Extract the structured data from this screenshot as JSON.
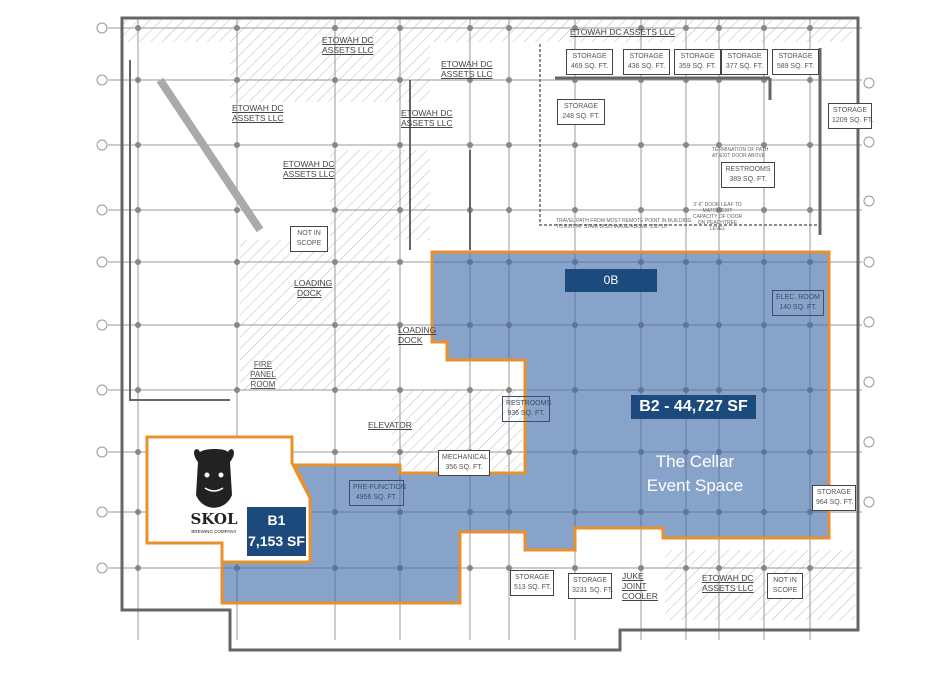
{
  "spaces": {
    "b1": {
      "name": "B1",
      "area": "7,153 SF",
      "brand": "SKOL",
      "brand_sub": "BREWING COMPANY"
    },
    "b2": {
      "name": "B2 - 44,727 SF",
      "title_line1": "The Cellar",
      "title_line2": "Event Space"
    },
    "ob_tag": "0B"
  },
  "tenants": [
    "ETOWAH DC ASSETS LLC",
    "ETOWAH DC",
    "ASSETS LLC",
    "ETOWAH DC",
    "ASSETS LLC",
    "ETOWAH DC",
    "ASSETS LLC",
    "ETOWAH DC",
    "ASSETS LLC",
    "ETOWAH DC",
    "ASSETS LLC",
    "LOADING",
    "DOCK",
    "LOADING",
    "DOCK",
    "ELEVATOR",
    "JUKE",
    "JOINT",
    "COOLER"
  ],
  "rooms": [
    {
      "name": "STORAGE",
      "area": "469 SQ. FT."
    },
    {
      "name": "STORAGE",
      "area": "436 SQ. FT."
    },
    {
      "name": "STORAGE",
      "area": "359 SQ. FT."
    },
    {
      "name": "STORAGE",
      "area": "377 SQ. FT."
    },
    {
      "name": "STORAGE",
      "area": "589 SQ. FT."
    },
    {
      "name": "STORAGE",
      "area": "248 SQ. FT."
    },
    {
      "name": "STORAGE",
      "area": "1209 SQ. FT."
    },
    {
      "name": "RESTROOMS",
      "area": "389 SQ. FT."
    },
    {
      "name": "ELEC. ROOM",
      "area": "140 SQ. FT."
    },
    {
      "name": "RESTROOMS",
      "area": "936 SQ. FT."
    },
    {
      "name": "MECHANICAL",
      "area": "356 SQ. FT."
    },
    {
      "name": "PRE-FUNCTION",
      "area": "4956 SQ. FT."
    },
    {
      "name": "STORAGE",
      "area": "964 SQ. FT."
    },
    {
      "name": "STORAGE",
      "area": "513 SQ. FT."
    },
    {
      "name": "STORAGE",
      "area": "3231 SQ. FT."
    },
    {
      "name": "NOT IN",
      "area": "SCOPE"
    },
    {
      "name": "NOT IN",
      "area": "SCOPE"
    },
    {
      "name": "FIRE",
      "area": "PANEL"
    }
  ],
  "fire_room": "ROOM",
  "notes": {
    "termination": "TERMINATION OF PATH AT EXIT DOOR ABOVE",
    "door_leaf": "3'-6\" DOOR LEAF TO MATCH EXIT CAPACITY OF DOOR ON PEACHTREE LEVEL",
    "travel": "TRAVEL PATH FROM MOST REMOTE POINT IN BUILDING TO EXIT AT STAIR DISCHARGE ABOVE: 230'-10\""
  },
  "colors": {
    "highlight_fill": "#3f6aa8",
    "outline": "#e8912c",
    "tag": "#1d4a7c"
  }
}
